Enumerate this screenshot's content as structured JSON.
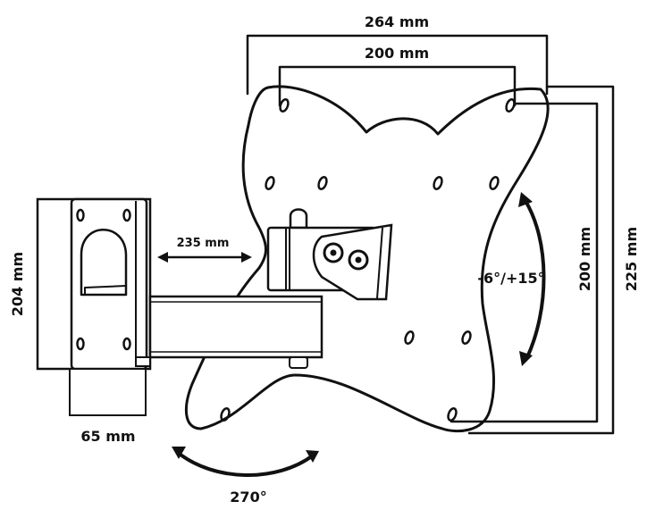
{
  "diagram": {
    "subject": "TV wall mount bracket dimension drawing",
    "colors": {
      "ink": "#111111",
      "background": "#ffffff"
    },
    "dimensions": {
      "vesa_outer_width": "264 mm",
      "vesa_hole_width": "200 mm",
      "vesa_hole_height": "200 mm",
      "vesa_outer_height": "225 mm",
      "wall_plate_height": "204 mm",
      "wall_plate_depth": "65 mm",
      "arm_extension": "235 mm"
    },
    "angles": {
      "tilt": "-6°/+15°",
      "swivel": "270°"
    }
  }
}
